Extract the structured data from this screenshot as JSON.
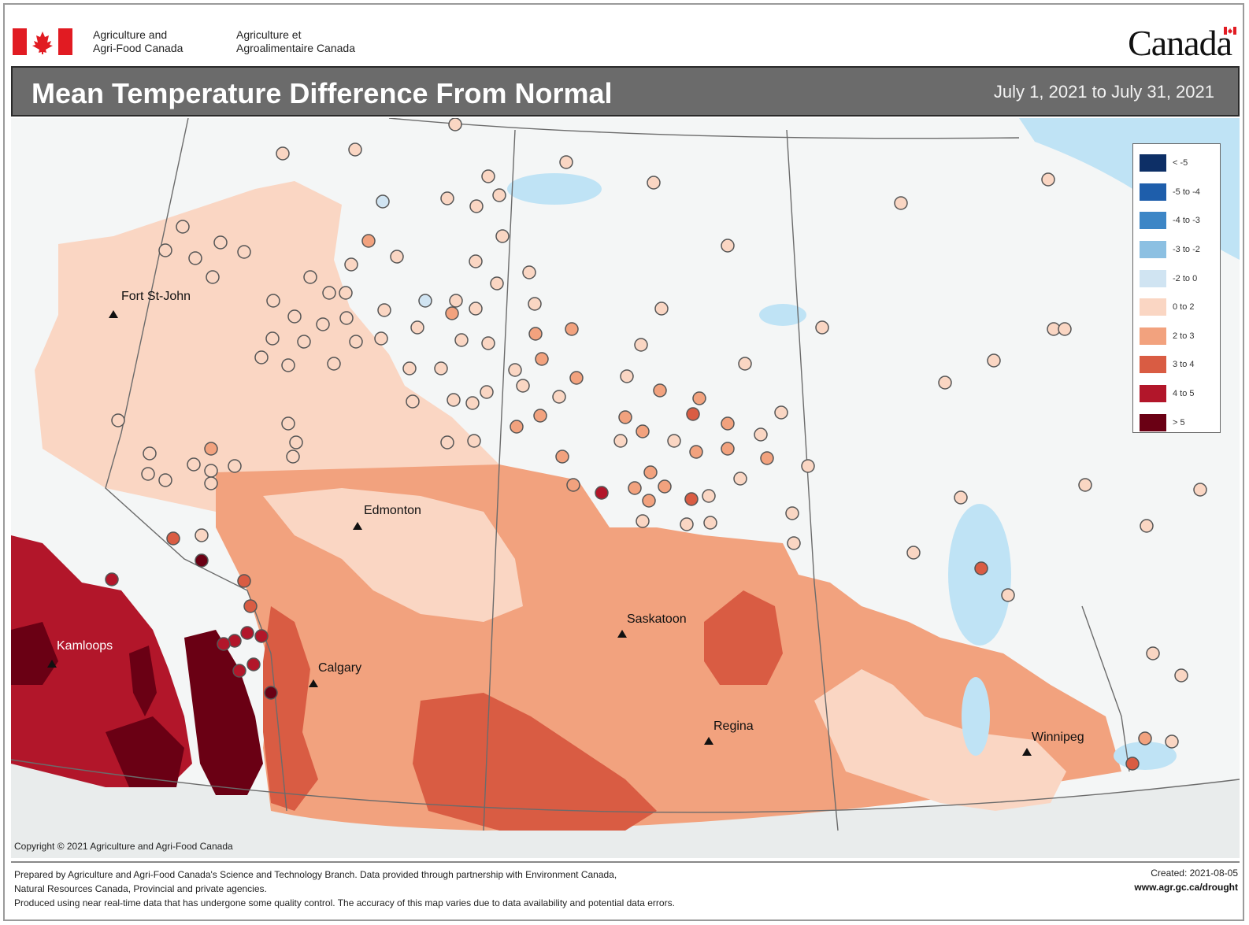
{
  "header": {
    "dept_en_line1": "Agriculture and",
    "dept_en_line2": "Agri-Food Canada",
    "dept_fr_line1": "Agriculture et",
    "dept_fr_line2": "Agroalimentaire Canada",
    "wordmark": "Canada"
  },
  "title": {
    "text": "Mean Temperature Difference From Normal",
    "dates": "July 1, 2021 to July 31, 2021"
  },
  "legend": {
    "items": [
      {
        "label": "< -5",
        "color": "#0d2f66"
      },
      {
        "label": "-5 to -4",
        "color": "#1e5eab"
      },
      {
        "label": "-4 to -3",
        "color": "#3d86c6"
      },
      {
        "label": "-3 to -2",
        "color": "#8cc0e2"
      },
      {
        "label": "-2 to 0",
        "color": "#d0e4f2"
      },
      {
        "label": "0 to 2",
        "color": "#fad6c3"
      },
      {
        "label": "2 to 3",
        "color": "#f2a27e"
      },
      {
        "label": "3 to 4",
        "color": "#d95c43"
      },
      {
        "label": "4 to 5",
        "color": "#b2162a"
      },
      {
        "label": "> 5",
        "color": "#6a0014"
      }
    ]
  },
  "cities": [
    {
      "name": "Fort St-John"
    },
    {
      "name": "Edmonton"
    },
    {
      "name": "Kamloops"
    },
    {
      "name": "Calgary"
    },
    {
      "name": "Saskatoon"
    },
    {
      "name": "Regina"
    },
    {
      "name": "Winnipeg"
    }
  ],
  "map": {
    "copyright": "Copyright © 2021 Agriculture and Agri-Food Canada"
  },
  "footer": {
    "line1": "Prepared by Agriculture and Agri-Food Canada's Science and Technology Branch. Data provided through partnership with Environment Canada,",
    "line2": "Natural Resources Canada, Provincial and private agencies.",
    "line3": "Produced using near real-time data that has undergone some quality control. The accuracy of this map varies due to data availability and potential data errors.",
    "created": "Created: 2021-08-05",
    "site": "www.agr.gc.ca/drought"
  }
}
